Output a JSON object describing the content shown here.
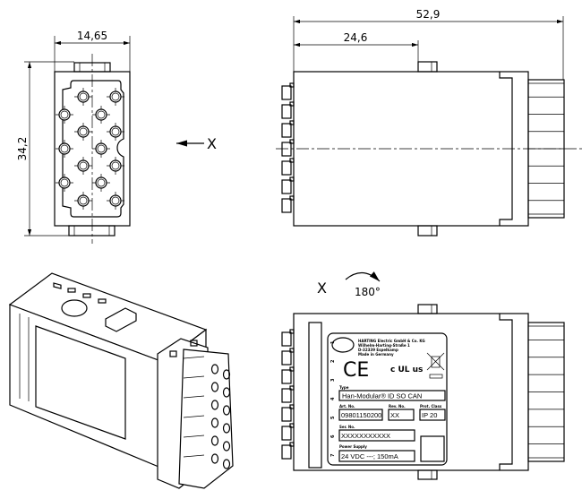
{
  "front_view": {
    "width_dim": "14,65",
    "height_dim": "34,2"
  },
  "side_view": {
    "length_dim": "52,9",
    "tab_dim": "24,6"
  },
  "view_arrow": {
    "label": "X"
  },
  "rotation": {
    "view_label": "X",
    "angle": "180°"
  },
  "nameplate": {
    "maker_lines": [
      "HARTING Electric GmbH & Co. KG",
      "Wilhelm-Harting-Straße 1",
      "D-32339 Espelkamp",
      "Made in Germany"
    ],
    "ce_mark": "CE",
    "ul_mark": "c UL us",
    "type_label": "Type",
    "type_value": "Han-Modular® ID SO CAN",
    "art_label": "Art. No.",
    "art_value": "09801150200",
    "rev_label": "Rev. No.",
    "rev_value": "XX",
    "prot_label": "Prot. Class",
    "prot_value": "IP 20",
    "ser_label": "Ser. No.",
    "ser_value": "XXXXXXXXXXX",
    "power_label": "Power Supply",
    "power_value": "24 VDC ---; 150mA",
    "pin_numbers": [
      "1",
      "2",
      "3",
      "4",
      "5",
      "6",
      "7"
    ]
  }
}
